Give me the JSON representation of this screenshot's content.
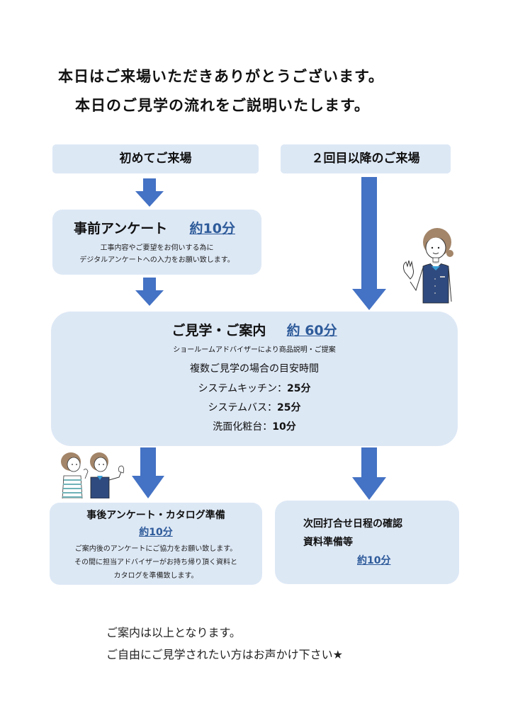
{
  "header": {
    "line1": "本日はご来場いただきありがとうございます。",
    "line2": "本日のご見学の流れをご説明いたします。"
  },
  "entry": {
    "first_visit": "初めてご来場",
    "repeat_visit": "２回目以降のご来場"
  },
  "pre_survey": {
    "title": "事前アンケート",
    "duration": "約10分",
    "desc1": "工事内容やご要望をお伺いする為に",
    "desc2": "デジタルアンケートへの入力をお願い致します。"
  },
  "tour": {
    "title": "ご見学・ご案内",
    "duration": "約 60分",
    "subtitle": "ショールームアドバイザーにより商品説明・ご提案",
    "guide_title": "複数ご見学の場合の目安時間",
    "items": [
      {
        "label": "システムキッチン：",
        "time": "25分"
      },
      {
        "label": "システムバス：",
        "time": "25分"
      },
      {
        "label": "洗面化粧台：",
        "time": "10分"
      }
    ]
  },
  "post_survey": {
    "title": "事後アンケート・カタログ準備",
    "duration": "約10分",
    "desc1": "ご案内後のアンケートにご協力をお願い致します。",
    "desc2": "その間に担当アドバイザーがお持ち帰り頂く資料と",
    "desc3": "カタログを準備致します。"
  },
  "next_meeting": {
    "line1": "次回打合せ日程の確認",
    "line2": "資料準備等",
    "duration": "約10分"
  },
  "footer": {
    "line1": "ご案内は以上となります。",
    "line2": "ご自由にご見学されたい方はお声かけ下さい★"
  },
  "colors": {
    "box_bg": "#dde8f5",
    "arrow": "#4472c4",
    "duration_text": "#2e5b9a"
  }
}
